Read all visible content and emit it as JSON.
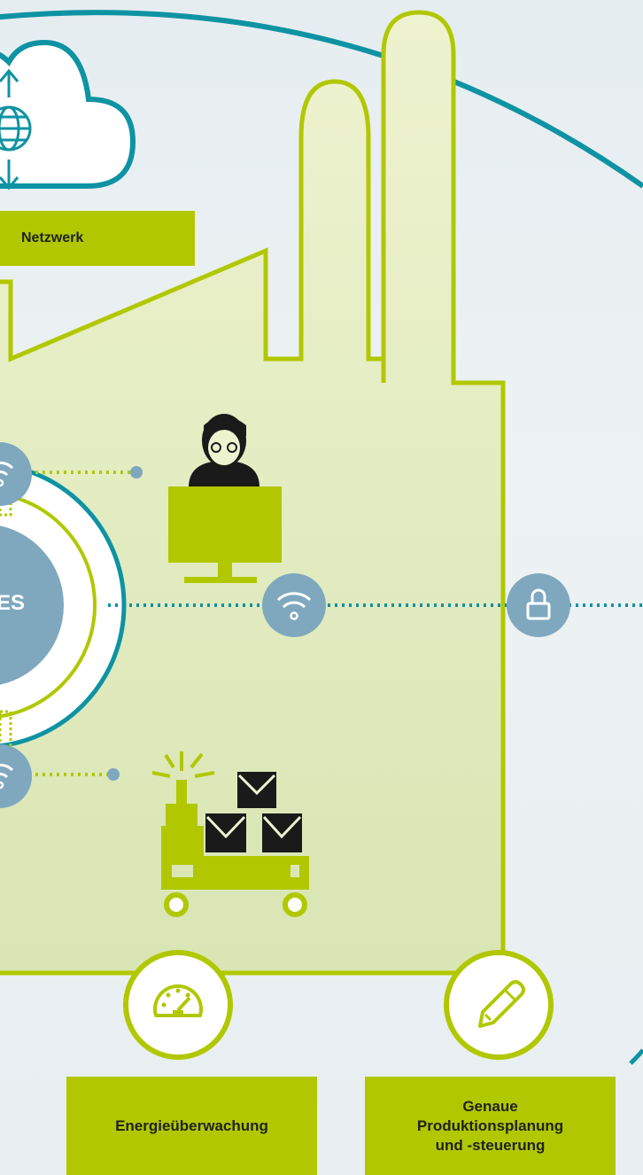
{
  "labels": {
    "network": "Netzwerk",
    "mes": "ES",
    "energy": "Energieüberwachung",
    "planning": "Genaue\nProduktionsplanung\nund -steuerung"
  },
  "colors": {
    "lime": "#b1c800",
    "teal": "#0e93a3",
    "factory_fill": "#e6edc4",
    "steel_blue": "#7fa8bf",
    "dark": "#1a1a1a",
    "white": "#ffffff"
  },
  "icons": [
    "cloud-icon",
    "globe-icon",
    "arrow-up-icon",
    "arrow-down-icon",
    "wifi-icon",
    "lock-icon",
    "operator-icon",
    "monitor-icon",
    "forklift-icon",
    "package-icon",
    "speedometer-icon",
    "pencil-icon"
  ]
}
